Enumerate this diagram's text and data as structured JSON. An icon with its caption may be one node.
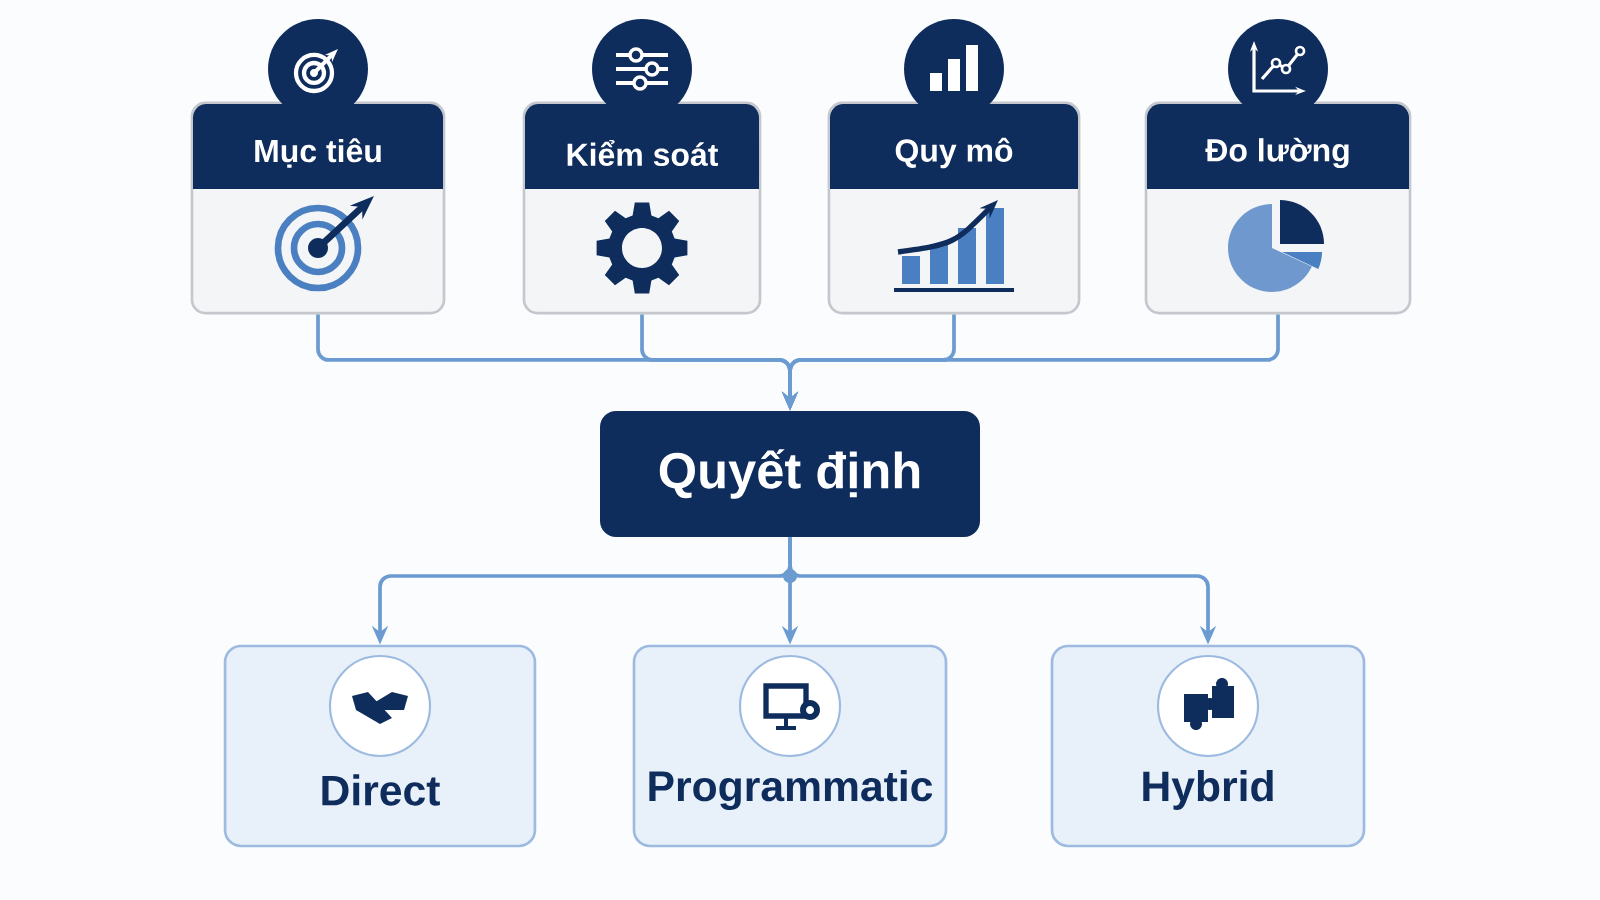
{
  "diagram": {
    "nodes": [
      {
        "text": [
          "Mục tiêu"
        ]
      },
      {
        "text": [
          "Kiểm soát"
        ]
      },
      {
        "text": [
          "Quy mô"
        ]
      },
      {
        "text": [
          "Đo lường"
        ]
      },
      {
        "text": [
          "Quyết định"
        ]
      },
      {
        "text": [
          "Direct"
        ]
      },
      {
        "text": [
          "Programmatic"
        ]
      },
      {
        "text": [
          "Hybrid"
        ]
      }
    ],
    "edges": [
      {
        "from": 0,
        "to": 4,
        "arrow": "to"
      },
      {
        "from": 1,
        "to": 4,
        "arrow": "to"
      },
      {
        "from": 2,
        "to": 4,
        "arrow": "to"
      },
      {
        "from": 3,
        "to": 4,
        "arrow": "to"
      },
      {
        "from": 4,
        "to": 5,
        "arrow": "to"
      },
      {
        "from": 4,
        "to": 6,
        "arrow": "to"
      },
      {
        "from": 4,
        "to": 7,
        "arrow": "to"
      }
    ]
  }
}
